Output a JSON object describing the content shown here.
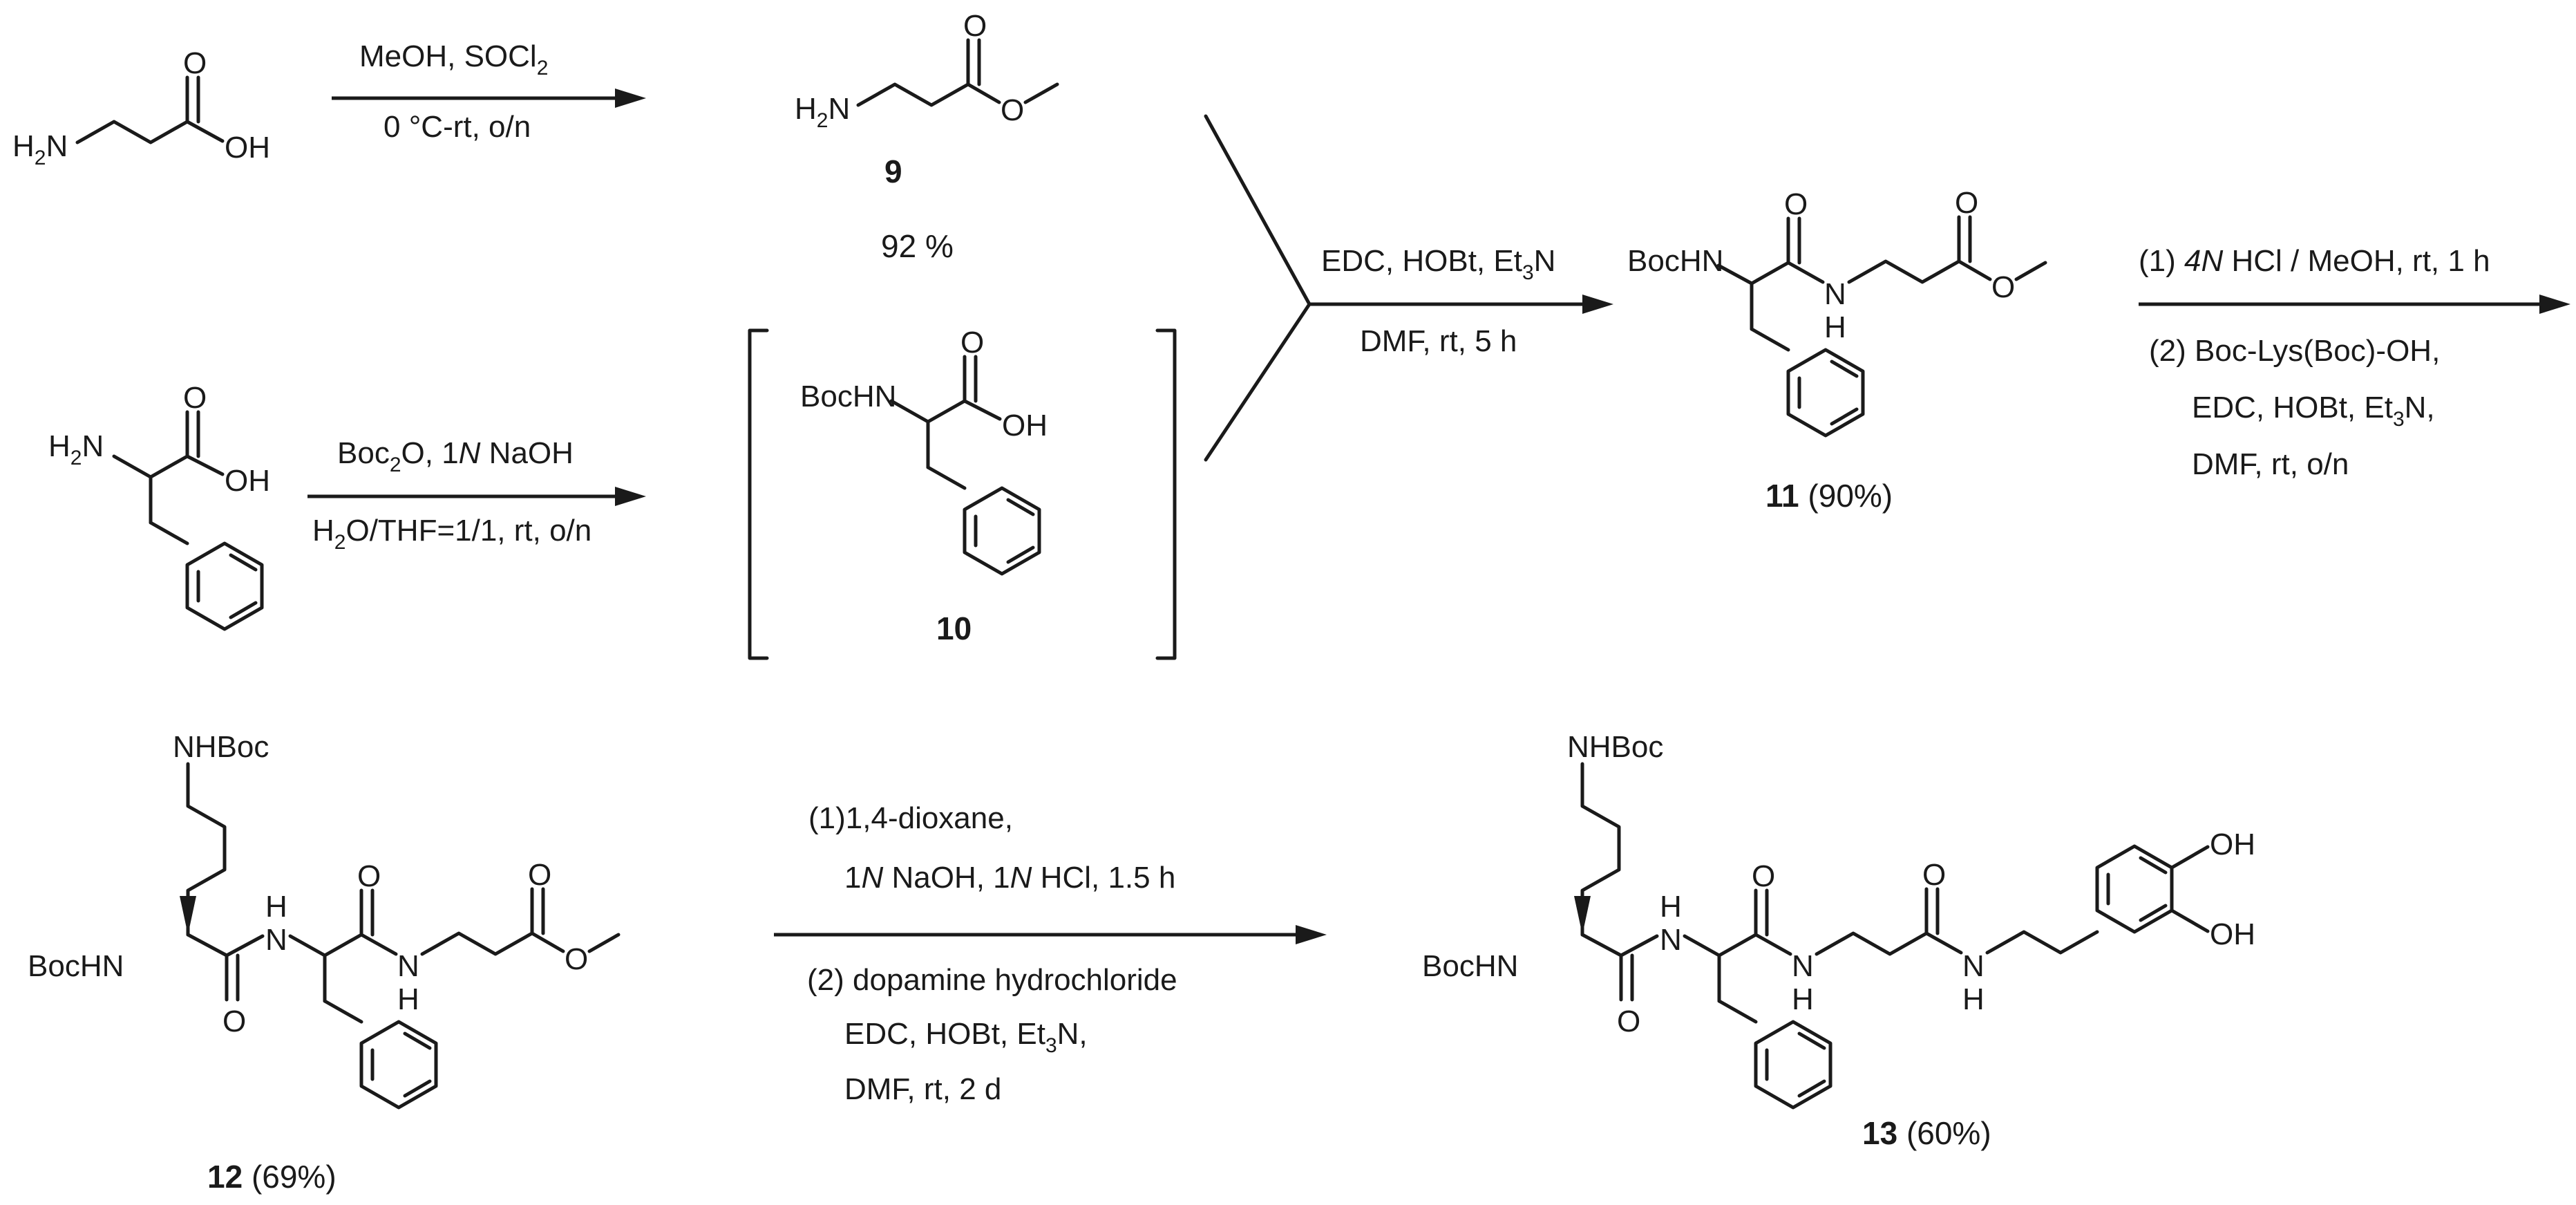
{
  "atoms": {
    "h2n": "H",
    "h2n_sub": "2",
    "n": "N",
    "o": "O",
    "oh": "OH",
    "nh": "N",
    "h": "H",
    "bochn": "BocHN",
    "nhboc": "NHBoc"
  },
  "step1": {
    "line1": "MeOH, SOCl",
    "line1_sub": "2",
    "line2": "0 °C-rt, o/n"
  },
  "step2": {
    "line1_a": "Boc",
    "line1_sub": "2",
    "line1_b": "O, 1",
    "line1_it": "N",
    "line1_c": " NaOH",
    "line2_a": "H",
    "line2_sub": "2",
    "line2_b": "O/THF=1/1, rt, o/n"
  },
  "step3": {
    "line1_a": "EDC, HOBt, Et",
    "line1_sub": "3",
    "line1_b": "N",
    "line2": "DMF, rt, 5 h"
  },
  "step4": {
    "line1_a": "(1) ",
    "line1_it": "4N",
    "line1_b": " HCl / MeOH, rt, 1 h",
    "line2": "(2) Boc-Lys(Boc)-OH,",
    "line3_a": "EDC, HOBt, Et",
    "line3_sub": "3",
    "line3_b": "N,",
    "line4": "DMF, rt, o/n"
  },
  "step5": {
    "line1": "(1)1,4-dioxane,",
    "line2_a": "1",
    "line2_it1": "N",
    "line2_b": " NaOH, 1",
    "line2_it2": "N",
    "line2_c": " HCl, 1.5 h",
    "line3": "(2) dopamine hydrochloride",
    "line4_a": "EDC, HOBt, Et",
    "line4_sub": "3",
    "line4_b": "N,",
    "line5": "DMF, rt, 2 d"
  },
  "compounds": {
    "c9": {
      "number": "9",
      "yield": "92 %"
    },
    "c10": {
      "number": "10"
    },
    "c11": {
      "number": "11",
      "yield": " (90%)"
    },
    "c12": {
      "number": "12",
      "yield": " (69%)"
    },
    "c13": {
      "number": "13",
      "yield": " (60%)"
    }
  }
}
